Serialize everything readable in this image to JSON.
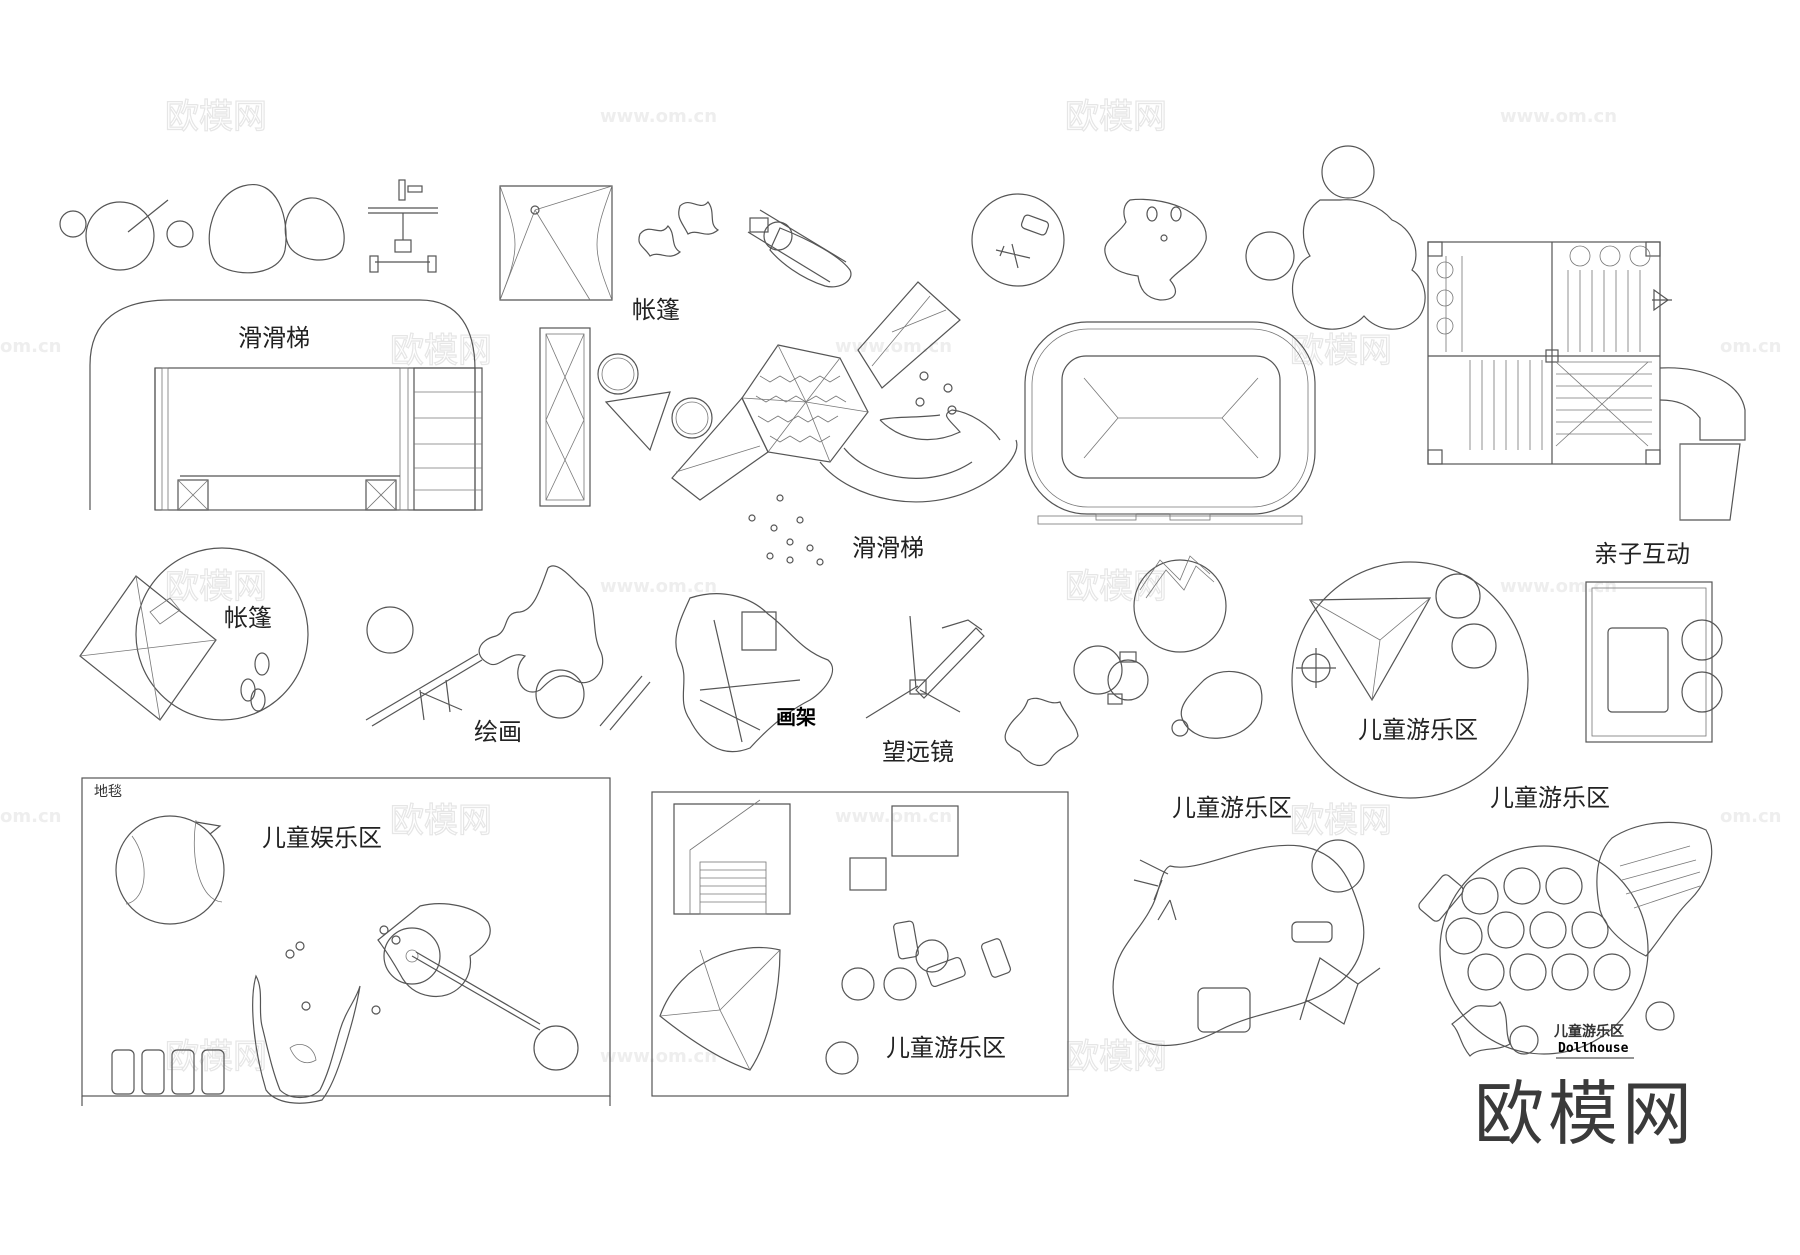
{
  "labels": {
    "slide_1": "滑滑梯",
    "tent_1": "帐篷",
    "slide_2": "滑滑梯",
    "tent_2": "帐篷",
    "painting": "绘画",
    "easel": "画架",
    "telescope": "望远镜",
    "parent_child": "亲子互动",
    "play_area_1": "儿童游乐区",
    "carpet": "地毯",
    "entertainment_area": "儿童娱乐区",
    "play_area_2": "儿童游乐区",
    "play_area_3": "儿童游乐区",
    "play_area_4": "儿童游乐区",
    "dollhouse_cn": "儿童游乐区",
    "dollhouse_en": "Dollhouse"
  },
  "watermark": {
    "brand": "欧模网",
    "url": "www.om.cn",
    "url_short": "om.cn"
  },
  "colors": {
    "line": "#555555",
    "text": "#222222",
    "watermark": "#e6e6e6",
    "logo": "#3a3a3a"
  }
}
